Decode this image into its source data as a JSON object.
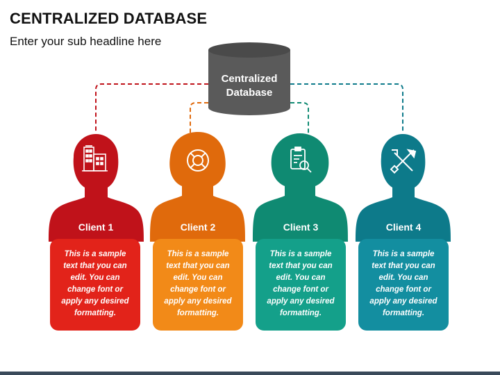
{
  "title": "CENTRALIZED DATABASE",
  "subtitle": "Enter your sub headline here",
  "database": {
    "label_line1": "Centralized",
    "label_line2": "Database",
    "color": "#5a5a5a"
  },
  "clients": [
    {
      "label": "Client 1",
      "icon": "building-icon",
      "color": "#c0121a",
      "card_color": "#e2231a",
      "text": "This is a sample text that you can edit. You can change font or apply any desired formatting."
    },
    {
      "label": "Client 2",
      "icon": "lifebuoy-icon",
      "color": "#e06a0c",
      "card_color": "#f28a18",
      "text": "This is a sample text that you can edit. You can change font or apply any desired formatting."
    },
    {
      "label": "Client 3",
      "icon": "clipboard-search-icon",
      "color": "#0f8a72",
      "card_color": "#14a08a",
      "text": "This is a sample text that you can edit. You can change font or apply any desired formatting."
    },
    {
      "label": "Client 4",
      "icon": "tools-icon",
      "color": "#0d7a8a",
      "card_color": "#138ea0",
      "text": "This is a sample text that you can edit. You can change font or apply any desired formatting."
    }
  ]
}
